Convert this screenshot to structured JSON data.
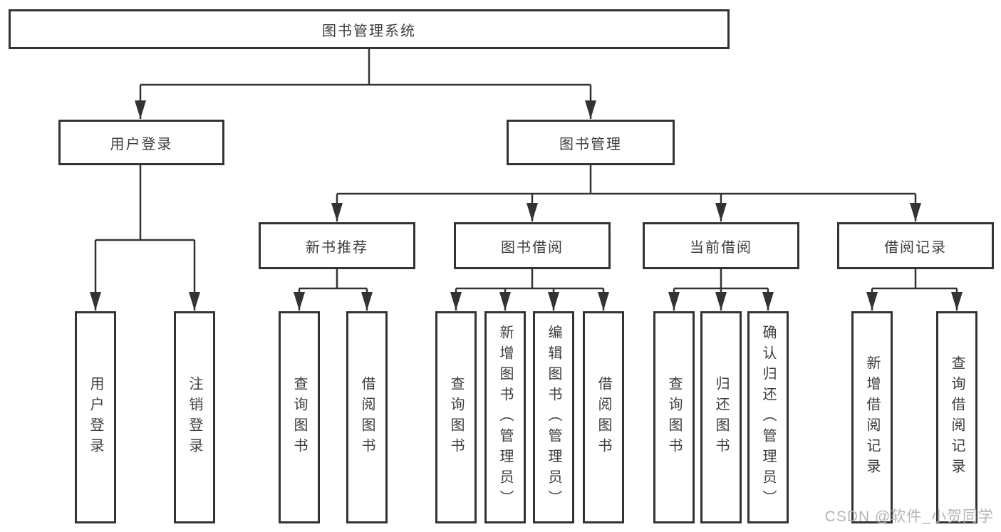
{
  "tree": {
    "root": {
      "label": "图书管理系统"
    },
    "branches": [
      {
        "label": "用户登录",
        "children": [
          {
            "label": "用户登录"
          },
          {
            "label": "注销登录"
          }
        ]
      },
      {
        "label": "图书管理",
        "children": [
          {
            "label": "新书推荐",
            "children": [
              {
                "label": "查询图书"
              },
              {
                "label": "借阅图书"
              }
            ]
          },
          {
            "label": "图书借阅",
            "children": [
              {
                "label": "查询图书"
              },
              {
                "label": "新增图书（管理员）"
              },
              {
                "label": "编辑图书（管理员）"
              },
              {
                "label": "借阅图书"
              }
            ]
          },
          {
            "label": "当前借阅",
            "children": [
              {
                "label": "查询图书"
              },
              {
                "label": "归还图书"
              },
              {
                "label": "确认归还（管理员）"
              }
            ]
          },
          {
            "label": "借阅记录",
            "children": [
              {
                "label": "新增借阅记录"
              },
              {
                "label": "查询借阅记录"
              }
            ]
          }
        ]
      }
    ]
  },
  "watermark": {
    "text": "CSDN @软件_小贺同学"
  },
  "colors": {
    "line": "#333333",
    "border": "#333333",
    "text": "#3d3d3d",
    "bg": "#ffffff",
    "watermark": "#b5b5b5"
  }
}
